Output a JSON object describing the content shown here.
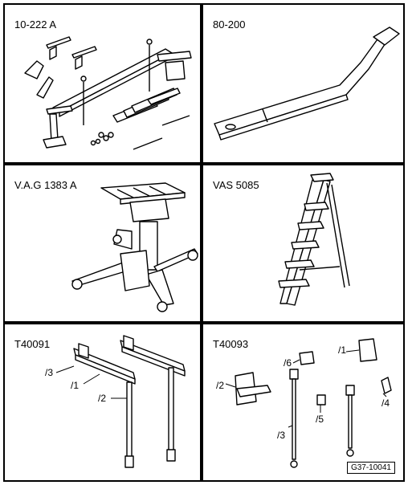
{
  "tools": [
    {
      "id": "tool-10-222a",
      "label": "10-222 A"
    },
    {
      "id": "tool-80-200",
      "label": "80-200"
    },
    {
      "id": "tool-vag1383a",
      "label": "V.A.G 1383 A"
    },
    {
      "id": "tool-vas5085",
      "label": "VAS 5085"
    },
    {
      "id": "tool-t40091",
      "label": "T40091",
      "parts": [
        "/1",
        "/2",
        "/3"
      ]
    },
    {
      "id": "tool-t40093",
      "label": "T40093",
      "parts": [
        "/1",
        "/2",
        "/3",
        "/4",
        "/5",
        "/6"
      ]
    }
  ],
  "reference": "G37-10041"
}
